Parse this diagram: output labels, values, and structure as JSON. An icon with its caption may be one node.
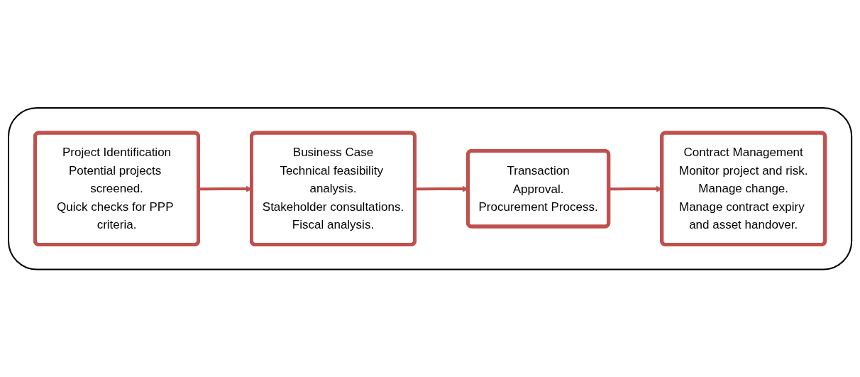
{
  "diagram": {
    "nodes": [
      {
        "text": [],
        "shape": "box"
      },
      {
        "text": [
          "Project Identification",
          "Potential projects screened.",
          "Quick checks for PPP criteria."
        ],
        "in": 0
      },
      {
        "text": [
          "Business Case",
          "Technical feasibility analysis.",
          "Stakeholder consultations.",
          "Fiscal analysis."
        ],
        "in": 0
      },
      {
        "text": [
          "Transaction",
          "Approval.",
          "Procurement Process."
        ],
        "in": 0
      },
      {
        "text": [
          "Contract Management",
          "Monitor project and risk.",
          "Manage change.",
          "Manage contract expiry and asset handover."
        ],
        "in": 0
      }
    ],
    "edges": [
      {
        "from": 1,
        "to": 2,
        "arrow": "to"
      },
      {
        "from": 2,
        "to": 3,
        "arrow": "to"
      },
      {
        "from": 3,
        "to": 4,
        "arrow": "to"
      }
    ]
  }
}
